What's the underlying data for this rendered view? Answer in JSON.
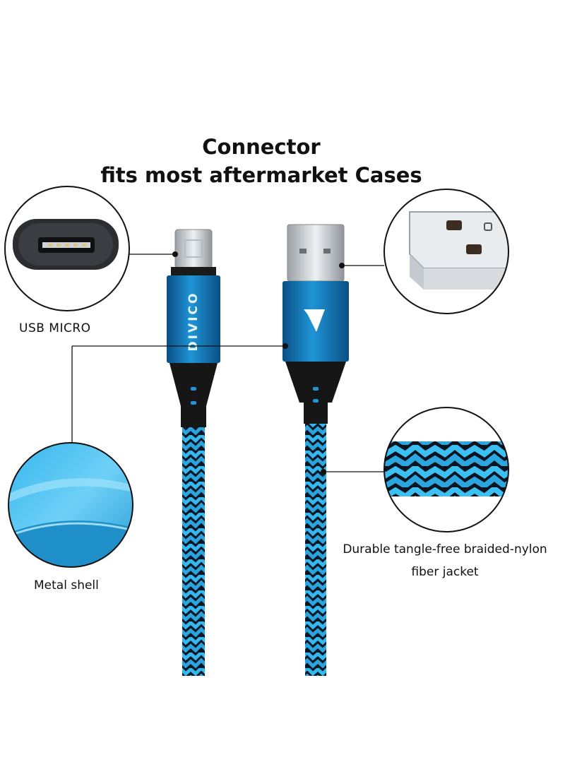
{
  "heading": {
    "line1": "Connector",
    "line2": "fits most aftermarket Cases"
  },
  "callouts": {
    "usb_micro": "USB MICRO",
    "metal_shell": "Metal shell",
    "braided_jacket": "Durable tangle-free braided-nylon fiber jacket"
  },
  "brand": {
    "logo_text": "DIVICO"
  },
  "colors": {
    "accent_blue": "#1f8fd0",
    "cable_blue": "#35b8ee",
    "cable_black": "#0d1624",
    "background": "#ffffff"
  }
}
